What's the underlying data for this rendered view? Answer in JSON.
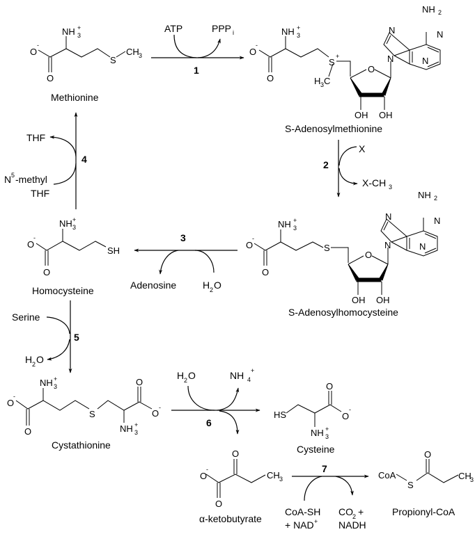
{
  "title": "Methionine metabolism pathway",
  "compounds": {
    "methionine": "Methionine",
    "sam": "S-Adenosylmethionine",
    "sah": "S-Adenosylhomocysteine",
    "homocysteine": "Homocysteine",
    "cystathionine": "Cystathionine",
    "cysteine": "Cysteine",
    "ketobutyrate": "α-ketobutyrate",
    "propionylcoa": "Propionyl-CoA"
  },
  "steps": [
    {
      "id": "1",
      "from": "Methionine",
      "to": "S-Adenosylmethionine",
      "in": "ATP",
      "out": "PPPi"
    },
    {
      "id": "2",
      "from": "S-Adenosylmethionine",
      "to": "S-Adenosylhomocysteine",
      "in": "X",
      "out": "X-CH3"
    },
    {
      "id": "3",
      "from": "S-Adenosylhomocysteine",
      "to": "Homocysteine",
      "in": "H2O",
      "out": "Adenosine"
    },
    {
      "id": "4",
      "from": "Homocysteine",
      "to": "Methionine",
      "in": "N5-methyl THF",
      "out": "THF"
    },
    {
      "id": "5",
      "from": "Homocysteine",
      "to": "Cystathionine",
      "in": "Serine",
      "out": "H2O"
    },
    {
      "id": "6",
      "from": "Cystathionine",
      "to": "Cysteine",
      "in": "H2O",
      "out": "NH4+",
      "side_product": "α-ketobutyrate"
    },
    {
      "id": "7",
      "from": "α-ketobutyrate",
      "to": "Propionyl-CoA",
      "in": "CoA-SH + NAD+",
      "out": "CO2 + NADH"
    }
  ],
  "cofactors": {
    "atp": "ATP",
    "ppp": "PPP",
    "ppp_sub": "i",
    "x": "X",
    "xch3": "X-CH",
    "thf": "THF",
    "n5methyl_a": "N",
    "n5methyl_sup": "5",
    "n5methyl_b": "-methyl",
    "thf2": "THF",
    "adenosine": "Adenosine",
    "serine": "Serine",
    "h2o": "H",
    "nh4": "NH",
    "coash": "CoA-SH",
    "nad": "+ NAD",
    "co2": "CO",
    "co2_plus": "+",
    "nadh": "NADH"
  },
  "step_labels": [
    "1",
    "2",
    "3",
    "4",
    "5",
    "6",
    "7"
  ],
  "atoms": {
    "O": "O",
    "N": "N",
    "S": "S",
    "SH": "SH",
    "HS": "HS",
    "OH": "OH",
    "NH": "NH",
    "CH": "CH",
    "H": "H",
    "CoA": "CoA",
    "minus": "-",
    "plus": "+",
    "two": "2",
    "three": "3",
    "four": "4"
  }
}
